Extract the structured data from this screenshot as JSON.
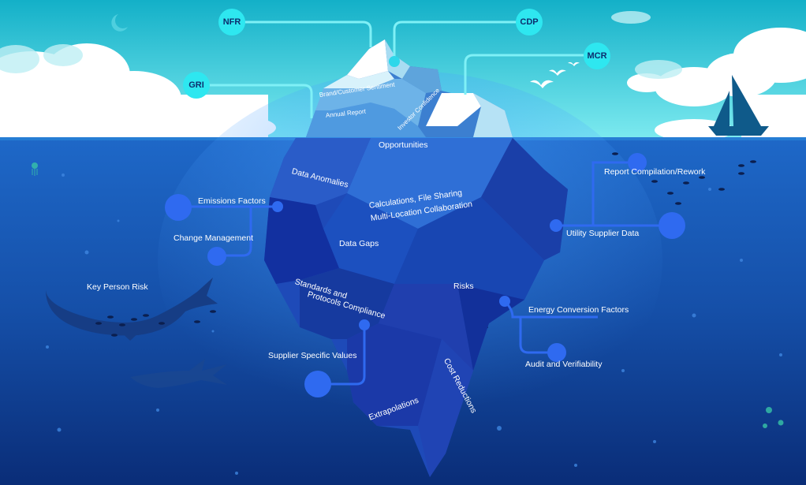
{
  "top_nodes": {
    "nfr": "NFR",
    "cdp": "CDP",
    "mcr": "MCR",
    "gri": "GRI"
  },
  "above_water": {
    "brand": "Brand/Customer Sentiment",
    "annual_report": "Annual Report",
    "investor_confidence": "Investor Confidence"
  },
  "iceberg_labels": {
    "opportunities": "Opportunities",
    "data_anomalies": "Data Anomalies",
    "calculations": "Calculations, File Sharing",
    "collaboration": "Multi-Location Collaboration",
    "data_gaps": "Data Gaps",
    "standards": "Standards and",
    "protocols": "Protocols Compliance",
    "risks": "Risks",
    "cost_reductions": "Cost Reductions",
    "extrapolations": "Extrapolations"
  },
  "side_labels": {
    "emissions_factors": "Emissions Factors",
    "change_management": "Change Management",
    "key_person_risk": "Key Person Risk",
    "supplier_specific_values": "Supplier Specific Values",
    "report_compilation": "Report Compilation/Rework",
    "utility_supplier_data": "Utility Supplier Data",
    "energy_conversion_factors": "Energy Conversion Factors",
    "audit_verifiability": "Audit and Verifiability"
  },
  "colors": {
    "sky_top": "#17b8cc",
    "sky_bottom": "#6ee6ee",
    "water_top": "#1d63c4",
    "water_bottom": "#0a2f7a",
    "node_fill": "#2ee7f0",
    "connector_blue": "#2f6af0",
    "connector_cyan": "#7ff0f6"
  }
}
